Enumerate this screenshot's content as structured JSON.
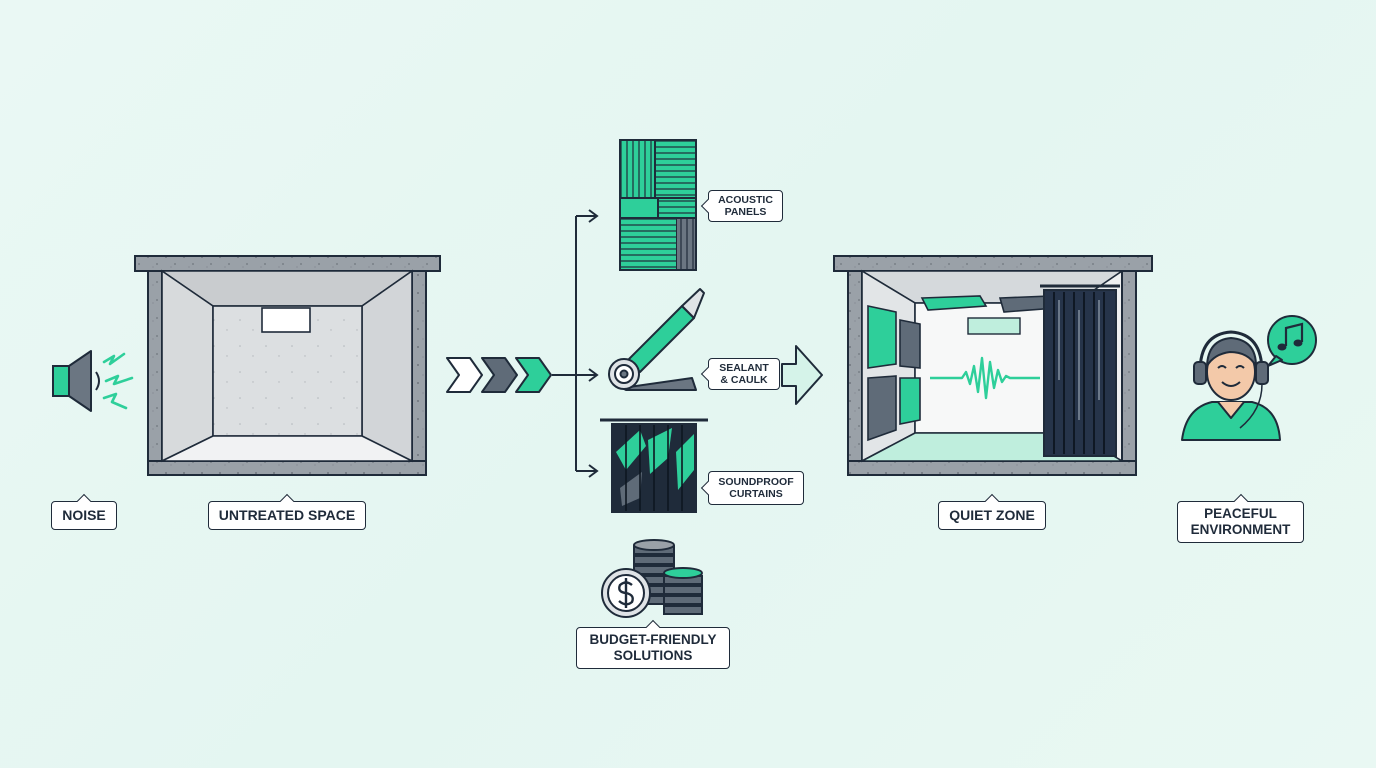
{
  "labels": {
    "noise": "NOISE",
    "untreated_space": "UNTREATED SPACE",
    "acoustic_panels": "ACOUSTIC PANELS",
    "sealant_caulk": "SEALANT & CAULK",
    "soundproof_curtains": "SOUNDPROOF CURTAINS",
    "budget_friendly": "BUDGET-FRIENDLY SOLUTIONS",
    "quiet_zone": "QUIET ZONE",
    "peaceful_environment": "PEACEFUL ENVIRONMENT"
  },
  "icons": {
    "speaker": "speaker-icon",
    "panels": "acoustic-panel-icon",
    "caulk": "caulk-gun-icon",
    "curtain": "curtain-icon",
    "coins": "coin-stack-icon",
    "listener": "person-headphones-icon",
    "music": "music-note-icon"
  },
  "colors": {
    "background": "#e6f7f2",
    "outline": "#1f2b3a",
    "accent_green": "#2ecf9a",
    "concrete": "#9aa1a8",
    "slate": "#5f6b78",
    "curtain_navy": "#1f2b3a"
  }
}
